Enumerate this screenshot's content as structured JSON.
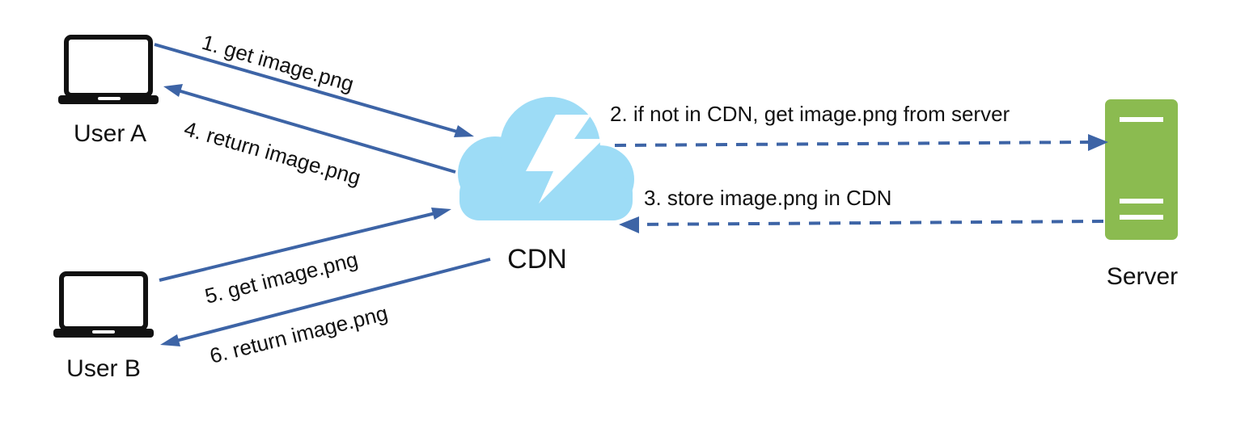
{
  "nodes": {
    "user_a": {
      "label": "User A",
      "icon": "laptop-icon"
    },
    "user_b": {
      "label": "User B",
      "icon": "laptop-icon"
    },
    "cdn": {
      "label": "CDN",
      "icon": "cloud-lightning-icon"
    },
    "server": {
      "label": "Server",
      "icon": "server-icon"
    }
  },
  "edges": {
    "e1": {
      "label": "1. get image.png",
      "from": "User A",
      "to": "CDN",
      "style": "solid"
    },
    "e2": {
      "label": "2. if not in CDN, get image.png from server",
      "from": "CDN",
      "to": "Server",
      "style": "dashed"
    },
    "e3": {
      "label": "3. store image.png in CDN",
      "from": "Server",
      "to": "CDN",
      "style": "dashed"
    },
    "e4": {
      "label": "4. return image.png",
      "from": "CDN",
      "to": "User A",
      "style": "solid"
    },
    "e5": {
      "label": "5. get image.png",
      "from": "User B",
      "to": "CDN",
      "style": "solid"
    },
    "e6": {
      "label": "6. return image.png",
      "from": "CDN",
      "to": "User B",
      "style": "solid"
    }
  },
  "colors": {
    "arrow": "#3d64a6",
    "cloud": "#9ddcf6",
    "server": "#8bbb50",
    "laptop": "#111111"
  }
}
